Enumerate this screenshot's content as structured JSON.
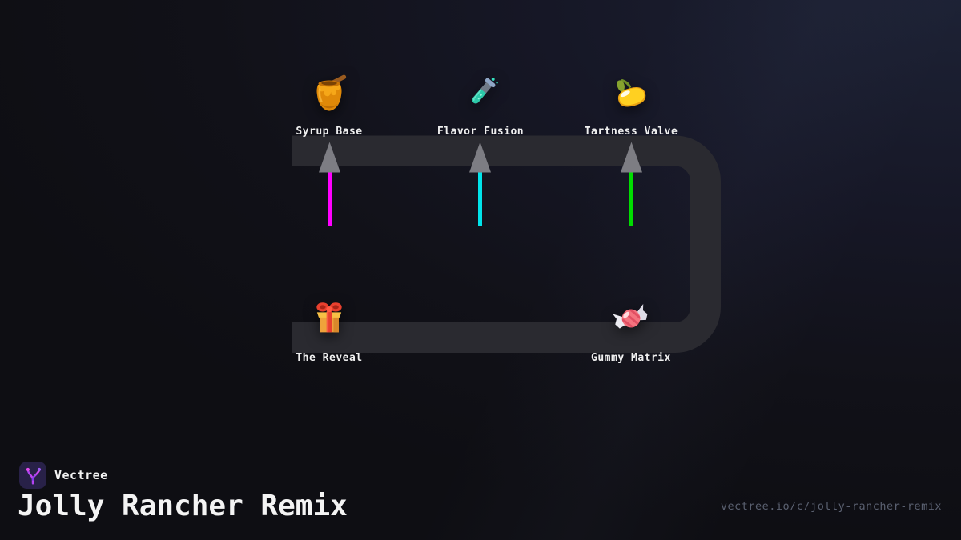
{
  "brand": {
    "name": "Vectree"
  },
  "title": "Jolly Rancher Remix",
  "share_url": "vectree.io/c/jolly-rancher-remix",
  "colors": {
    "background_base": "#0e0e13",
    "background_glow": "#1d2235",
    "track": "#2a2a30",
    "arrow_head": "#7d7d83",
    "label_text": "#efefef",
    "url_text": "#5a6070",
    "logo_bg": "#282148",
    "logo_gradient_start": "#7c3aed",
    "logo_gradient_end": "#e44cf0"
  },
  "diagram": {
    "nodes": [
      {
        "id": "syrup-base",
        "label": "Syrup Base",
        "icon": "honey-pot-icon",
        "row": "top"
      },
      {
        "id": "flavor-fusion",
        "label": "Flavor Fusion",
        "icon": "test-tube-icon",
        "row": "top"
      },
      {
        "id": "tartness-valve",
        "label": "Tartness Valve",
        "icon": "lemon-icon",
        "row": "top"
      },
      {
        "id": "the-reveal",
        "label": "The Reveal",
        "icon": "gift-icon",
        "row": "bottom"
      },
      {
        "id": "gummy-matrix",
        "label": "Gummy Matrix",
        "icon": "candy-icon",
        "row": "bottom"
      }
    ],
    "arrows": [
      {
        "target": "Syrup Base",
        "color": "#ff00ff"
      },
      {
        "target": "Flavor Fusion",
        "color": "#00e3ea"
      },
      {
        "target": "Tartness Valve",
        "color": "#00dd00"
      }
    ]
  }
}
